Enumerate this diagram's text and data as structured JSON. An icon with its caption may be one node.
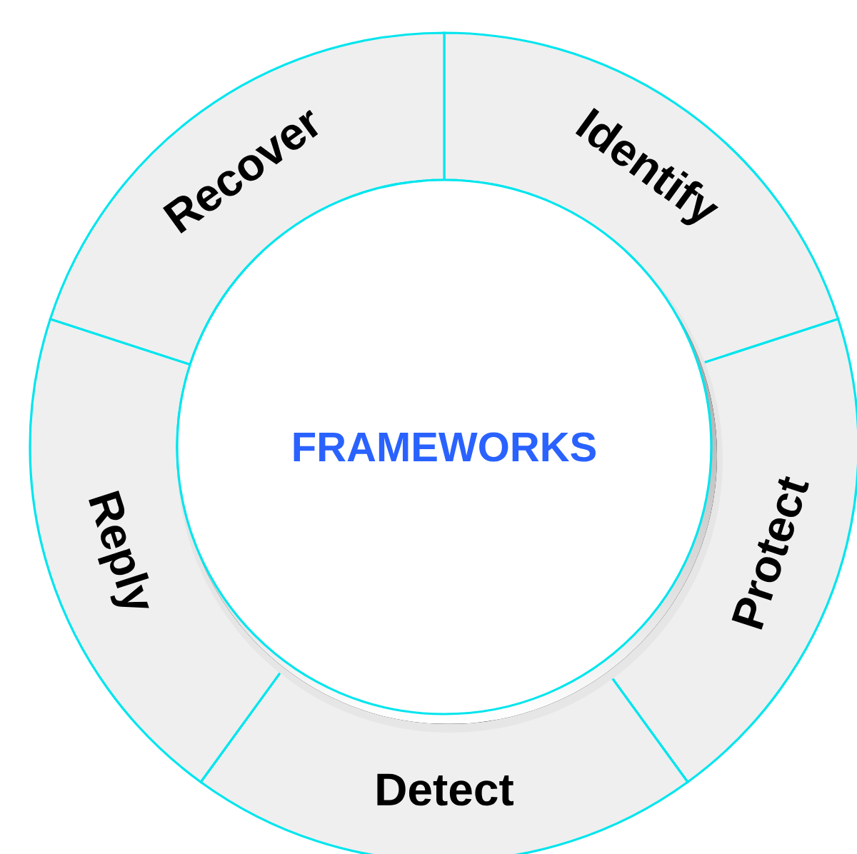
{
  "diagram": {
    "nodes": [
      {
        "text": [
          "FRAMEWORKS"
        ]
      },
      {
        "text": [
          "Identify"
        ]
      },
      {
        "text": [
          "Protect"
        ]
      },
      {
        "text": [
          "Detect"
        ]
      },
      {
        "text": [
          "Reply"
        ]
      },
      {
        "text": [
          "Recover"
        ]
      }
    ]
  }
}
